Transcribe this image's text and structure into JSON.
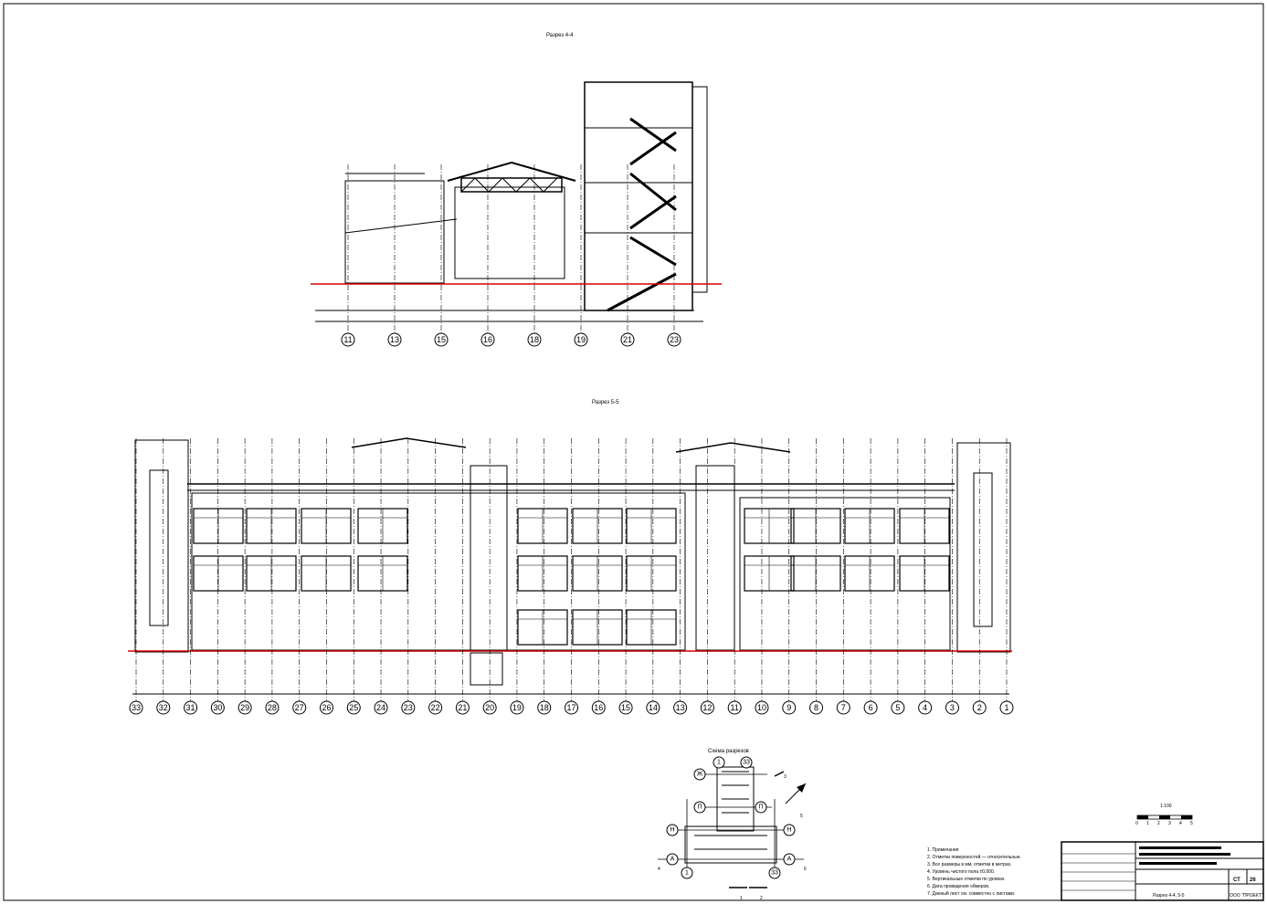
{
  "section_top": {
    "title": "Разрез 4-4",
    "axes": [
      "11",
      "13",
      "15",
      "16",
      "18",
      "19",
      "21",
      "23"
    ]
  },
  "section_bottom": {
    "title": "Разрез 5-5",
    "axes": [
      "33",
      "32",
      "31",
      "30",
      "29",
      "28",
      "27",
      "26",
      "25",
      "24",
      "23",
      "22",
      "21",
      "20",
      "19",
      "18",
      "17",
      "16",
      "15",
      "14",
      "13",
      "12",
      "11",
      "10",
      "9",
      "8",
      "7",
      "6",
      "5",
      "4",
      "3",
      "2",
      "1"
    ]
  },
  "key_plan": {
    "title": "Схема разрезов",
    "axes_letters": [
      "Ж",
      "П",
      "Н",
      "А"
    ],
    "axes_numbers": [
      "1",
      "33"
    ],
    "cut_marks": [
      "1",
      "2",
      "3",
      "4",
      "5",
      "6"
    ]
  },
  "scale": {
    "label": "1:100",
    "ticks": [
      "0",
      "1",
      "2",
      "3",
      "4",
      "5"
    ]
  },
  "notes": [
    "1. Примечания",
    "2. Отметки поверхностей — относительные.",
    "3. Все размеры в мм, отметки в метрах.",
    "4. Уровень чистого пола ±0,000.",
    "5. Вертикальные отметки по уровню.",
    "6. Датa проведения обмеров.",
    "7. Данный лист см. совместно с листами."
  ],
  "title_block": {
    "sheet_name": "Разрез 4-4, 5-5",
    "stage": "СТ",
    "sheet_no": "26",
    "company": "ООО \"ПРОЕКТ\""
  },
  "colors": {
    "line": "#000000",
    "ground": "#d40000"
  }
}
